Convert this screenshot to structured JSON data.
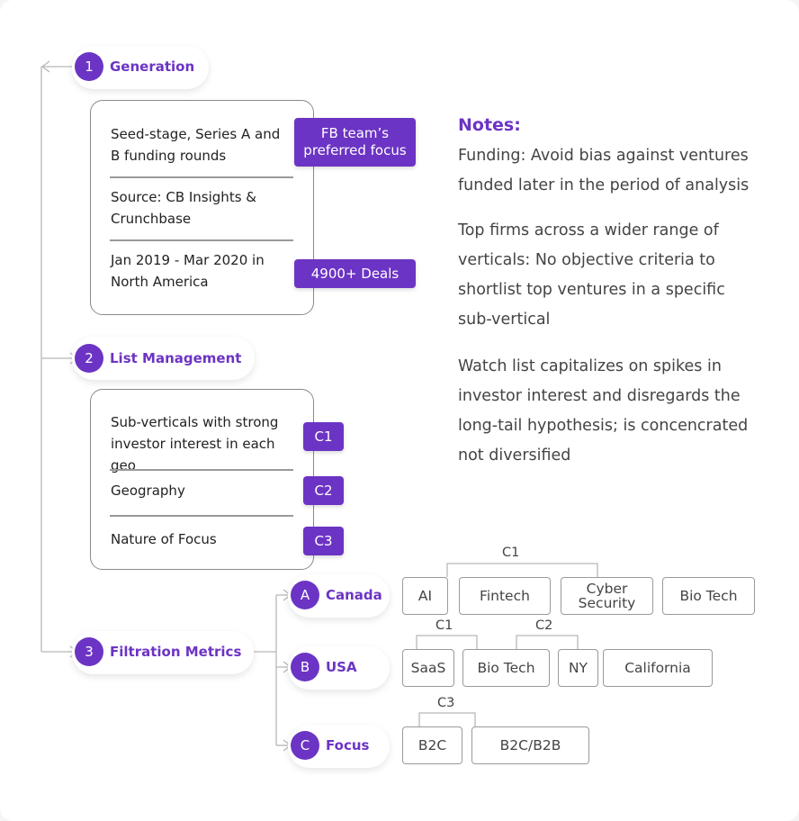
{
  "steps": [
    {
      "num": "1",
      "title": "Generation"
    },
    {
      "num": "2",
      "title": "List Management"
    },
    {
      "num": "3",
      "title": "Filtration Metrics"
    }
  ],
  "generation": {
    "items": [
      "Seed-stage, Series A and B funding rounds",
      "Source: CB Insights & Crunchbase",
      "Jan 2019 - Mar 2020 in North America"
    ],
    "tags": [
      "FB team’s preferred focus",
      "4900+ Deals"
    ]
  },
  "list_management": {
    "items": [
      "Sub-verticals with strong investor interest in each geo",
      "Geography",
      "Nature of Focus"
    ],
    "tags": [
      "C1",
      "C2",
      "C3"
    ]
  },
  "notes": {
    "title": "Notes:",
    "items": [
      "Funding: Avoid bias against ventures funded later in the period of analysis",
      "Top firms across a wider range of verticals: No objective criteria to shortlist top ventures in a specific sub-vertical",
      "Watch list capitalizes on spikes in investor interest and disregards the long-tail hypothesis; is concencrated not diversified"
    ]
  },
  "filtration": {
    "branches": [
      {
        "letter": "A",
        "name": "Canada",
        "leaves": [
          "AI",
          "Fintech",
          "Cyber Security",
          "Bio Tech"
        ],
        "groups": [
          "C1"
        ]
      },
      {
        "letter": "B",
        "name": "USA",
        "leaves": [
          "SaaS",
          "Bio Tech",
          "NY",
          "California"
        ],
        "groups": [
          "C1",
          "C2"
        ]
      },
      {
        "letter": "C",
        "name": "Focus",
        "leaves": [
          "B2C",
          "B2C/B2B"
        ],
        "groups": [
          "C3"
        ]
      }
    ]
  },
  "colors": {
    "accent": "#6c34c4",
    "line": "#b8b8b8"
  }
}
